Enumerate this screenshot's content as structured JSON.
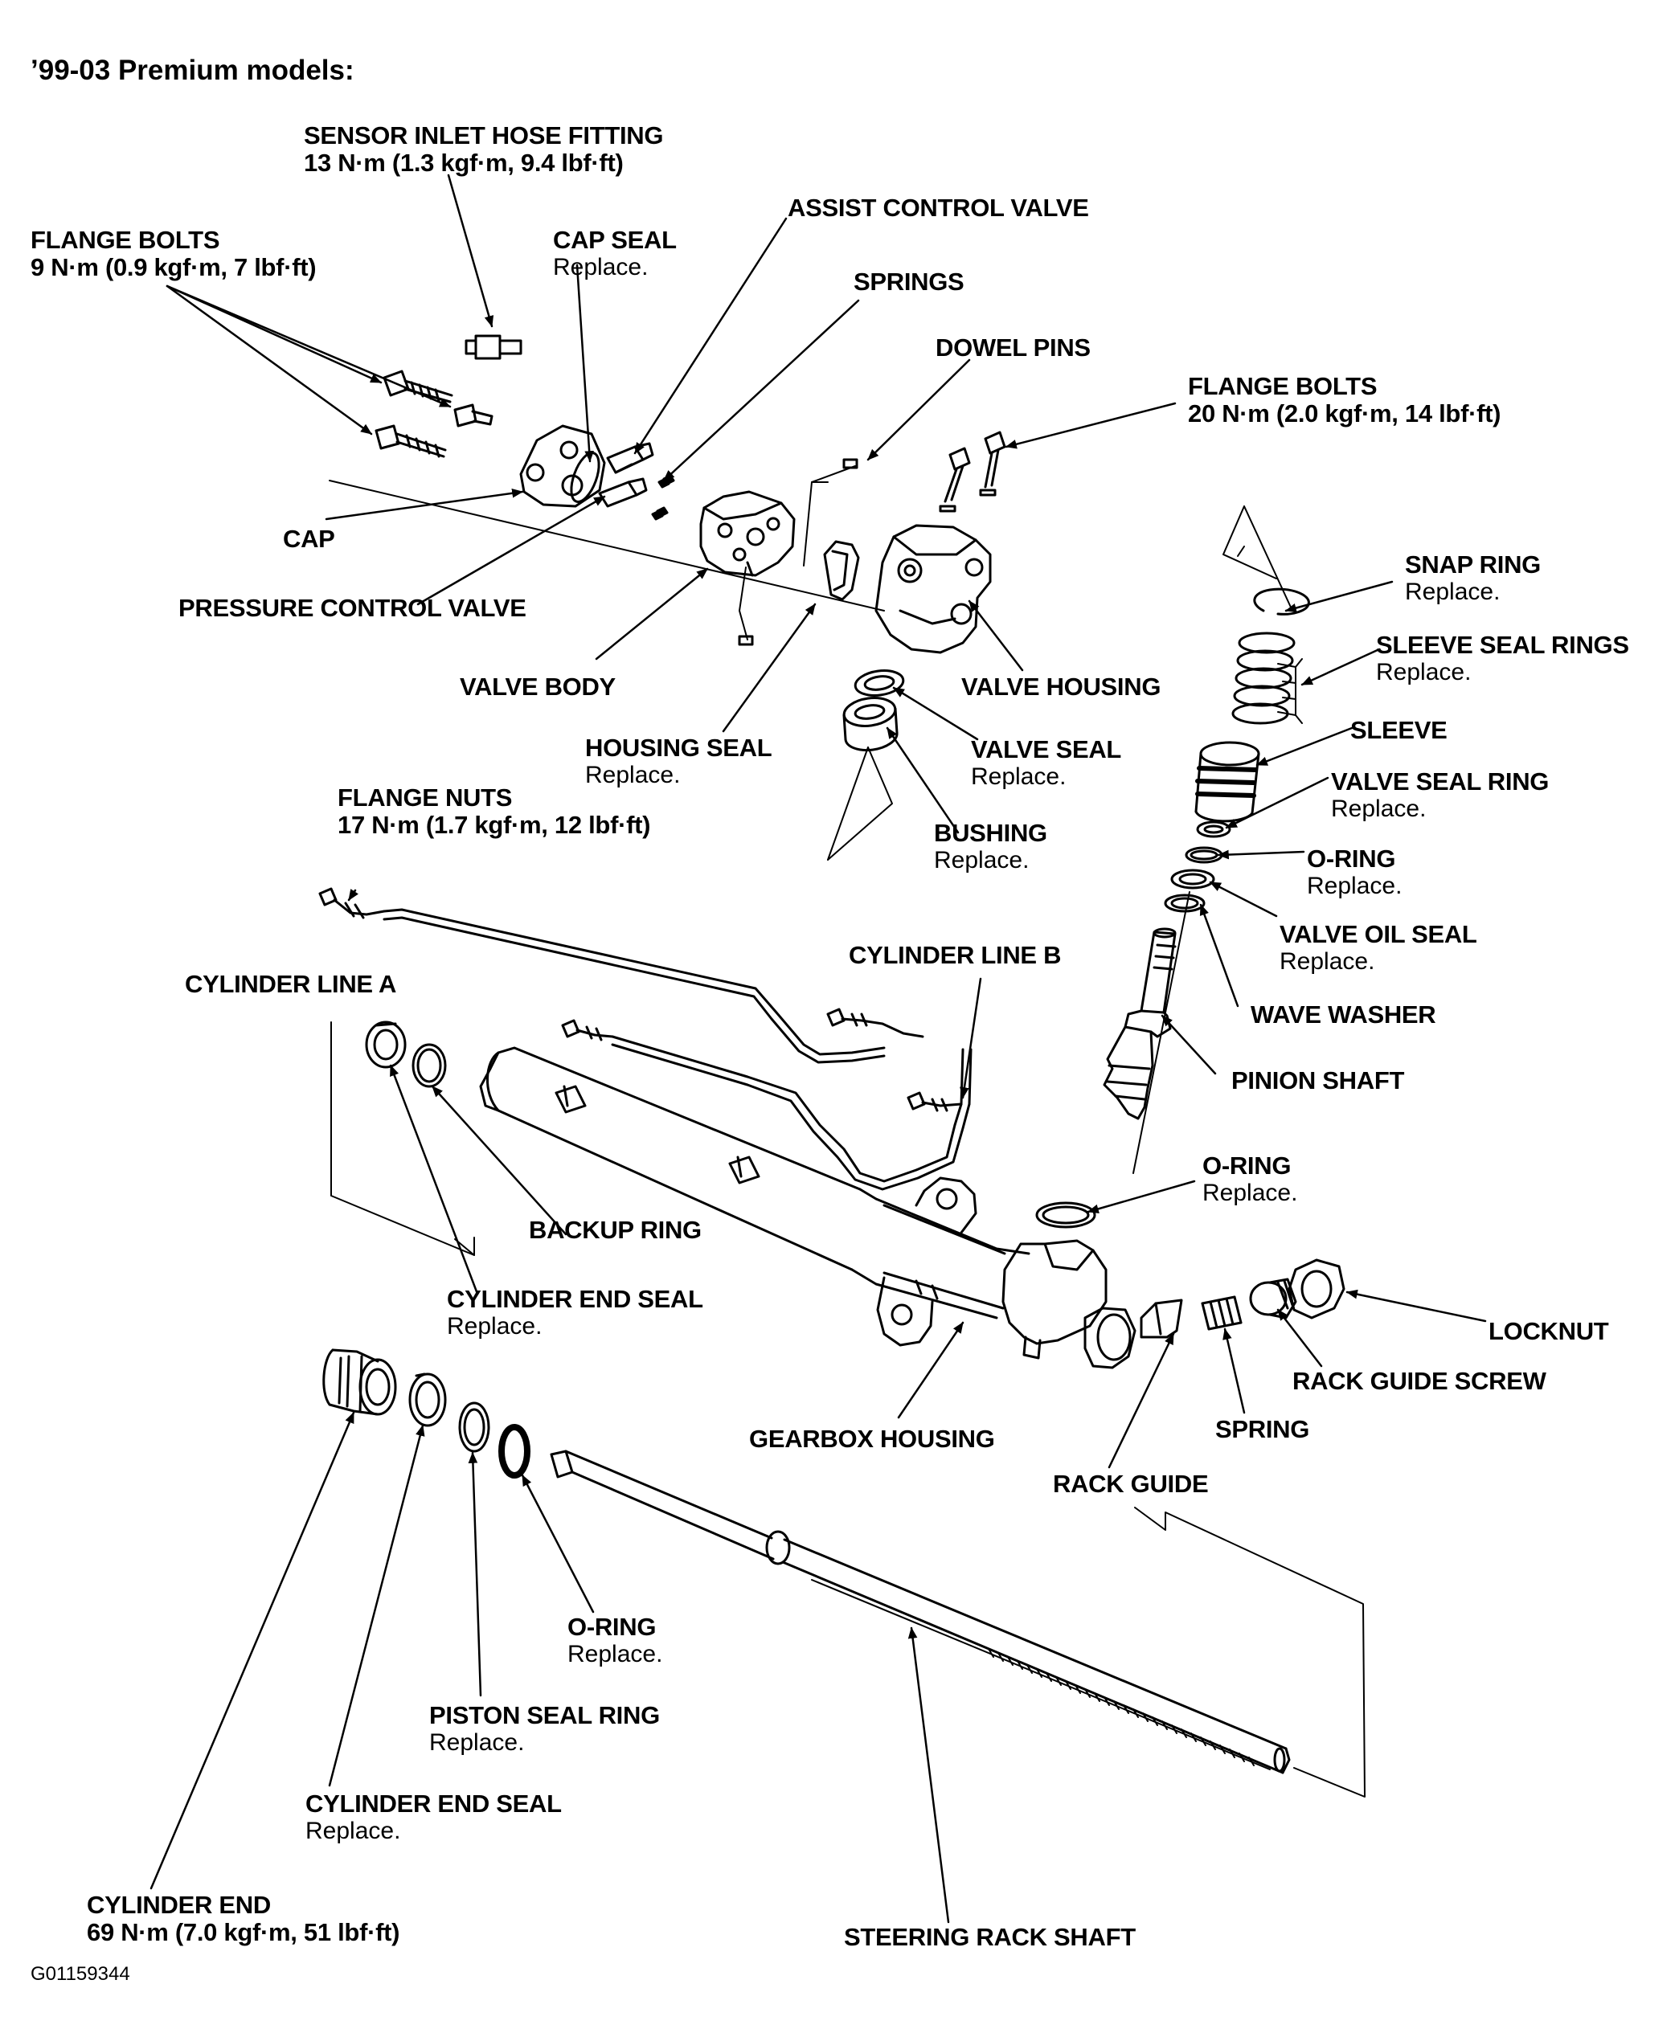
{
  "title": "’99-03 Premium models:",
  "figure_code": "G01159344",
  "labels": {
    "sensor_inlet": {
      "name": "SENSOR INLET HOSE FITTING",
      "sub": "13 N·m (1.3 kgf·m, 9.4 lbf·ft)"
    },
    "flange_bolts_upper": {
      "name": "FLANGE BOLTS",
      "sub": "9 N·m (0.9 kgf·m, 7 lbf·ft)"
    },
    "cap_seal": {
      "name": "CAP SEAL",
      "sub": "Replace."
    },
    "assist_control_valve": {
      "name": "ASSIST CONTROL VALVE"
    },
    "springs": {
      "name": "SPRINGS"
    },
    "dowel_pins": {
      "name": "DOWEL PINS"
    },
    "flange_bolts_right": {
      "name": "FLANGE BOLTS",
      "sub": "20 N·m (2.0 kgf·m, 14 lbf·ft)"
    },
    "cap": {
      "name": "CAP"
    },
    "pressure_control_valve": {
      "name": "PRESSURE CONTROL VALVE"
    },
    "snap_ring": {
      "name": "SNAP RING",
      "sub": "Replace."
    },
    "sleeve_seal_rings": {
      "name": "SLEEVE SEAL RINGS",
      "sub": "Replace."
    },
    "valve_body": {
      "name": "VALVE BODY"
    },
    "valve_housing": {
      "name": "VALVE HOUSING"
    },
    "sleeve": {
      "name": "SLEEVE"
    },
    "housing_seal": {
      "name": "HOUSING SEAL",
      "sub": "Replace."
    },
    "valve_seal": {
      "name": "VALVE SEAL",
      "sub": "Replace."
    },
    "valve_seal_ring": {
      "name": "VALVE SEAL RING",
      "sub": "Replace."
    },
    "flange_nuts": {
      "name": "FLANGE NUTS",
      "sub": "17 N·m (1.7 kgf·m, 12 lbf·ft)"
    },
    "bushing": {
      "name": "BUSHING",
      "sub": "Replace."
    },
    "o_ring_top": {
      "name": "O-RING",
      "sub": "Replace."
    },
    "valve_oil_seal": {
      "name": "VALVE OIL SEAL",
      "sub": "Replace."
    },
    "cylinder_line_a": {
      "name": "CYLINDER LINE A"
    },
    "cylinder_line_b": {
      "name": "CYLINDER LINE B"
    },
    "wave_washer": {
      "name": "WAVE WASHER"
    },
    "pinion_shaft": {
      "name": "PINION SHAFT"
    },
    "o_ring_mid": {
      "name": "O-RING",
      "sub": "Replace."
    },
    "backup_ring": {
      "name": "BACKUP RING"
    },
    "cylinder_end_seal_upper": {
      "name": "CYLINDER END SEAL",
      "sub": "Replace."
    },
    "locknut": {
      "name": "LOCKNUT"
    },
    "rack_guide_screw": {
      "name": "RACK GUIDE SCREW"
    },
    "spring": {
      "name": "SPRING"
    },
    "gearbox_housing": {
      "name": "GEARBOX HOUSING"
    },
    "rack_guide": {
      "name": "RACK GUIDE"
    },
    "o_ring_lower": {
      "name": "O-RING",
      "sub": "Replace."
    },
    "piston_seal_ring": {
      "name": "PISTON SEAL RING",
      "sub": "Replace."
    },
    "cylinder_end_seal_lower": {
      "name": "CYLINDER END SEAL",
      "sub": "Replace."
    },
    "steering_rack_shaft": {
      "name": "STEERING RACK SHAFT"
    },
    "cylinder_end": {
      "name": "CYLINDER END",
      "sub": "69 N·m (7.0 kgf·m, 51 lbf·ft)"
    }
  }
}
